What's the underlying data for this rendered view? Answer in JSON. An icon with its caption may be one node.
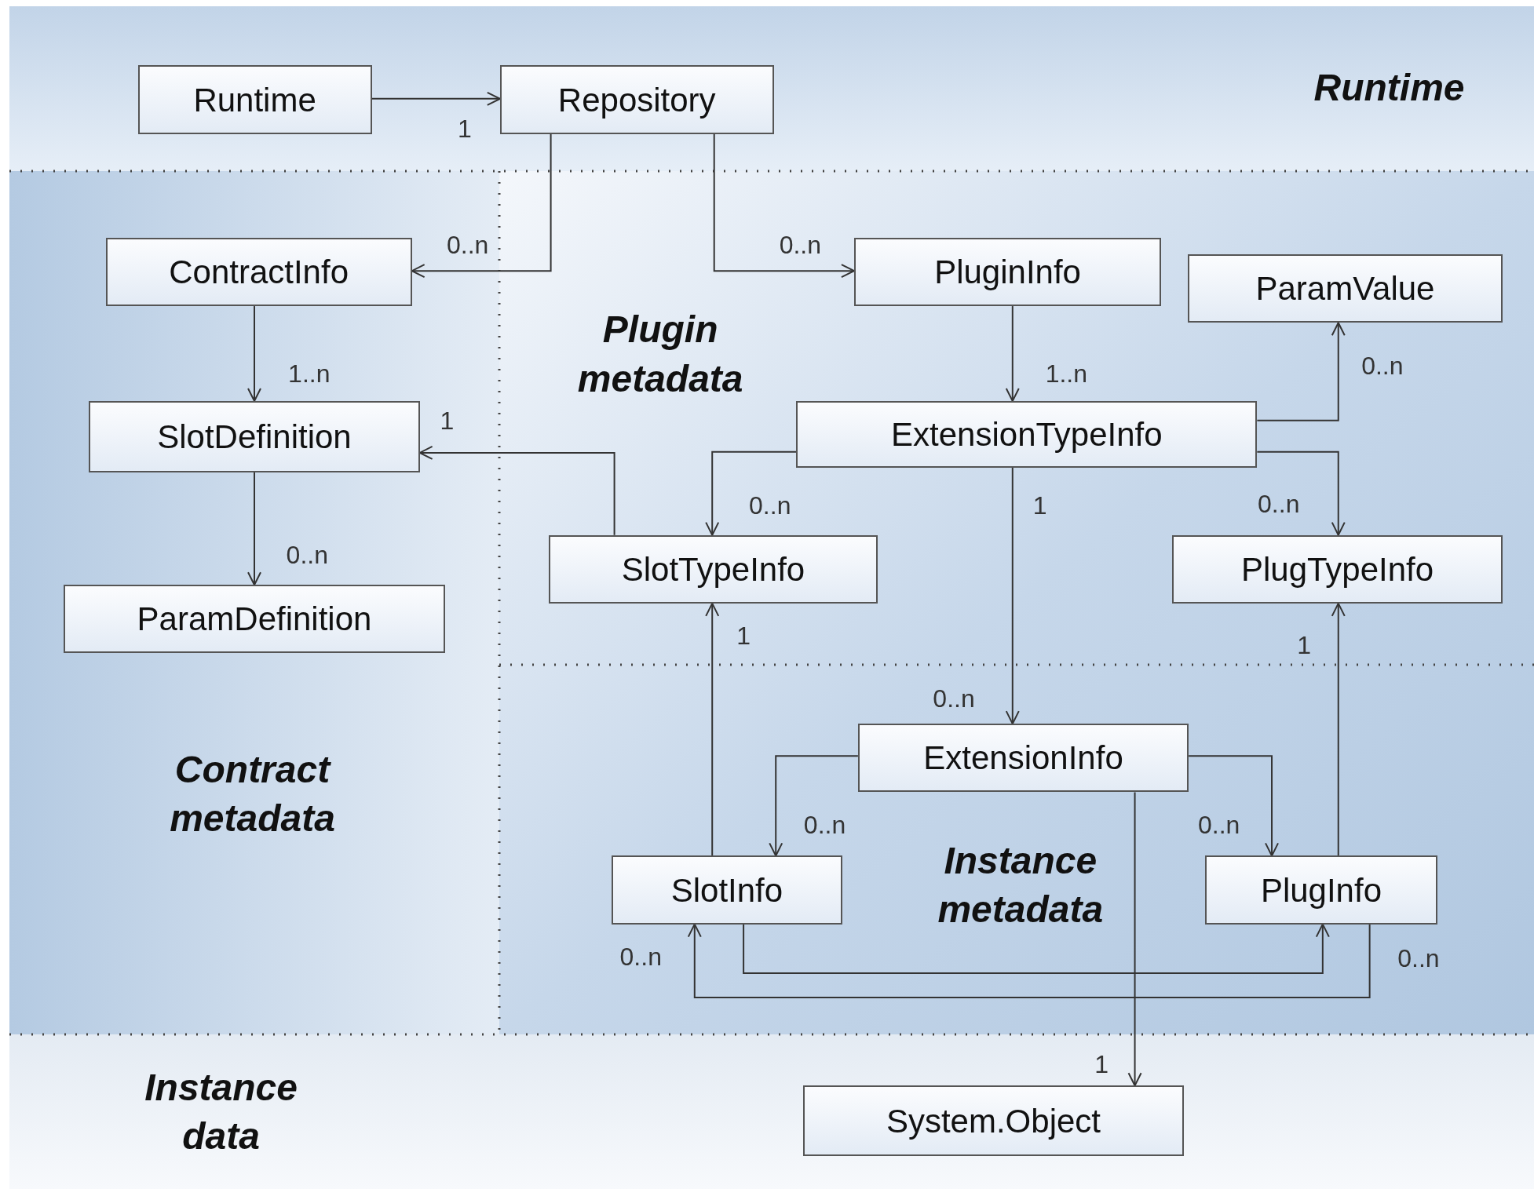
{
  "diagram": {
    "nodes": [
      {
        "text": [
          "Runtime"
        ]
      },
      {
        "text": [
          "Repository"
        ]
      },
      {
        "text": [
          "ContractInfo"
        ]
      },
      {
        "text": [
          "PluginInfo"
        ]
      },
      {
        "text": [
          "ParamValue"
        ]
      },
      {
        "text": [
          "SlotDefinition"
        ]
      },
      {
        "text": [
          "ExtensionTypeInfo"
        ]
      },
      {
        "text": [
          "SlotTypeInfo"
        ]
      },
      {
        "text": [
          "PlugTypeInfo"
        ]
      },
      {
        "text": [
          "ParamDefinition"
        ]
      },
      {
        "text": [
          "ExtensionInfo"
        ]
      },
      {
        "text": [
          "SlotInfo"
        ]
      },
      {
        "text": [
          "PlugInfo"
        ]
      },
      {
        "text": [
          "System.Object"
        ]
      }
    ],
    "edges": [
      {
        "from": 0,
        "to": 1,
        "arrow": "to",
        "label": "1"
      },
      {
        "from": 1,
        "to": 2,
        "arrow": "to",
        "label": "0..n"
      },
      {
        "from": 1,
        "to": 3,
        "arrow": "to",
        "label": "0..n"
      },
      {
        "from": 2,
        "to": 5,
        "arrow": "to",
        "label": "1..n"
      },
      {
        "from": 3,
        "to": 6,
        "arrow": "to",
        "label": "1..n"
      },
      {
        "from": 6,
        "to": 4,
        "arrow": "to",
        "label": "0..n"
      },
      {
        "from": 5,
        "to": 9,
        "arrow": "to",
        "label": "0..n"
      },
      {
        "from": 7,
        "to": 5,
        "arrow": "to",
        "label": "1"
      },
      {
        "from": 6,
        "to": 7,
        "arrow": "to",
        "label": "0..n"
      },
      {
        "from": 6,
        "to": 8,
        "arrow": "to",
        "label": "0..n"
      },
      {
        "from": 6,
        "to": 10,
        "arrow": "to",
        "label": "1"
      },
      {
        "from": 11,
        "to": 7,
        "arrow": "to",
        "label": "1"
      },
      {
        "from": 12,
        "to": 8,
        "arrow": "to",
        "label": "1"
      },
      {
        "from": 10,
        "to": 11,
        "arrow": "to",
        "label": "0..n"
      },
      {
        "from": 10,
        "to": 12,
        "arrow": "to",
        "label": "0..n"
      },
      {
        "from": 10,
        "to": 13,
        "arrow": "to",
        "label": "1"
      },
      {
        "from": 11,
        "to": 12,
        "arrow": "to",
        "label": "0..n"
      },
      {
        "from": 12,
        "to": 11,
        "arrow": "to",
        "label": "0..n"
      }
    ],
    "labels": [
      "Runtime",
      "Plugin metadata",
      "0..n",
      "Contract metadata",
      "Instance metadata",
      "Instance data"
    ]
  }
}
